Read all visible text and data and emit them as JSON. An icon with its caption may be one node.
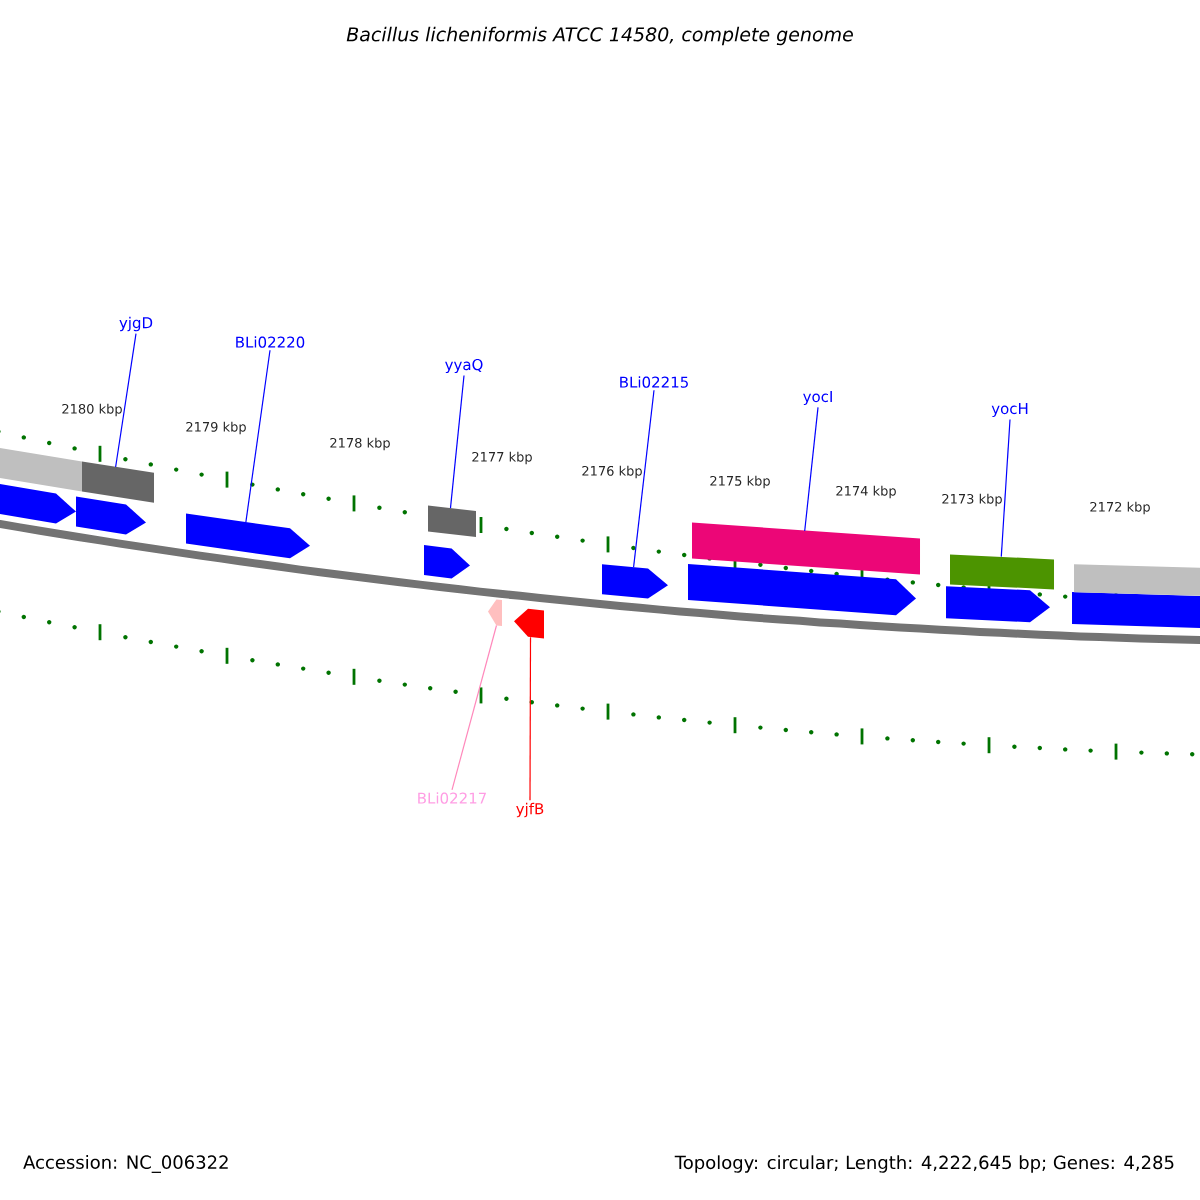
{
  "diagram": {
    "title": "Bacillus licheniformis ATCC 14580, complete genome",
    "nodes": [
      {
        "text": [
          "yjgD"
        ]
      },
      {
        "text": [
          "BLi02220"
        ]
      },
      {
        "text": [
          "yyaQ"
        ]
      },
      {
        "text": [
          "BLi02215"
        ]
      },
      {
        "text": [
          "yocI"
        ]
      },
      {
        "text": [
          "yocH"
        ]
      },
      {
        "text": [
          "BLi02217"
        ]
      },
      {
        "text": [
          "yjfB"
        ]
      },
      {
        "text": [],
        "shape": "bar"
      },
      {
        "text": [],
        "shape": "arrow"
      },
      {
        "text": [],
        "shape": "bar"
      },
      {
        "text": [],
        "shape": "arrow"
      },
      {
        "text": [],
        "shape": "bar"
      },
      {
        "text": [],
        "shape": "bar"
      },
      {
        "text": [],
        "shape": "arrow"
      },
      {
        "text": [],
        "shape": "arrow"
      },
      {
        "text": [],
        "shape": "bar"
      },
      {
        "text": [],
        "shape": "arrow"
      },
      {
        "text": [],
        "shape": "arrow"
      },
      {
        "text": [],
        "shape": "arrow"
      },
      {
        "text": [],
        "shape": "arrow"
      },
      {
        "text": [],
        "shape": "arrow"
      },
      {
        "text": [],
        "shape": "bar"
      },
      {
        "text": [],
        "shape": "arrow"
      }
    ],
    "edges": [
      {
        "from": 0,
        "to": 8,
        "arrow": "none"
      },
      {
        "from": 1,
        "to": 9,
        "arrow": "none"
      },
      {
        "from": 2,
        "to": 10,
        "arrow": "none"
      },
      {
        "from": 3,
        "to": 11,
        "arrow": "none"
      },
      {
        "from": 4,
        "to": 12,
        "arrow": "none"
      },
      {
        "from": 5,
        "to": 13,
        "arrow": "none"
      },
      {
        "from": 6,
        "to": 14,
        "arrow": "none",
        "color": "#ff88bb"
      },
      {
        "from": 7,
        "to": 15,
        "arrow": "none",
        "color": "#ff0000"
      }
    ],
    "labels": [
      "2180 kbp",
      "2179 kbp",
      "2178 kbp",
      "2177 kbp",
      "2176 kbp",
      "2175 kbp",
      "2174 kbp",
      "2173 kbp",
      "2172 kbp",
      "Accession: NC_006322",
      "Topology: circular; Length: 4,222,645 bp; Genes: 4,285"
    ]
  }
}
